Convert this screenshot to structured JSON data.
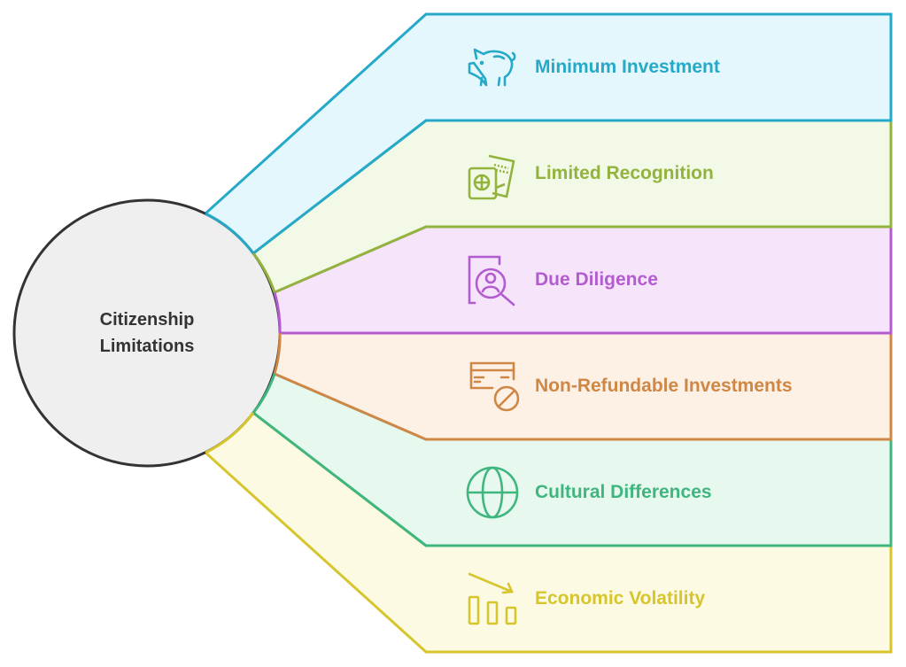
{
  "center": {
    "line1": "Citizenship",
    "line2": "Limitations"
  },
  "items": [
    {
      "label": "Minimum Investment",
      "icon": "piggy-bank-icon",
      "color": "#25A9C9",
      "fill": "#E3F7FC"
    },
    {
      "label": "Limited Recognition",
      "icon": "passport-ticket-icon",
      "color": "#93B33F",
      "fill": "#F2F9E6"
    },
    {
      "label": "Due Diligence",
      "icon": "person-search-icon",
      "color": "#B35CD0",
      "fill": "#F6E4FB"
    },
    {
      "label": "Non-Refundable Investments",
      "icon": "card-blocked-icon",
      "color": "#CF8746",
      "fill": "#FDF0E5"
    },
    {
      "label": "Cultural Differences",
      "icon": "globe-icon",
      "color": "#3FB67E",
      "fill": "#E7F8EF"
    },
    {
      "label": "Economic Volatility",
      "icon": "declining-chart-icon",
      "color": "#D6C52C",
      "fill": "#FCFAE2"
    }
  ]
}
